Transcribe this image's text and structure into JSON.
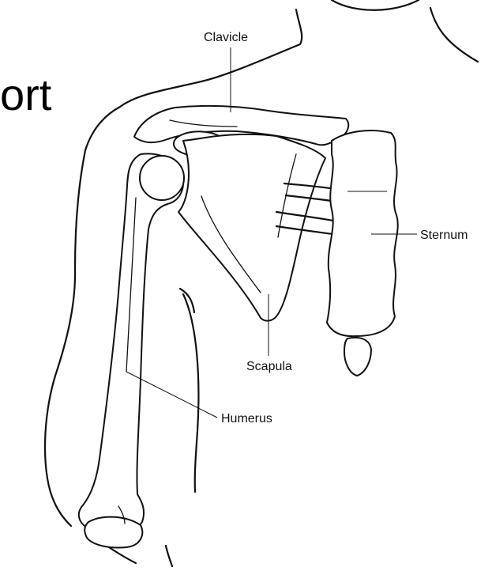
{
  "partial_heading_text": "ort",
  "labels": {
    "clavicle": "Clavicle",
    "sternum": "Sternum",
    "scapula": "Scapula",
    "humerus": "Humerus"
  }
}
